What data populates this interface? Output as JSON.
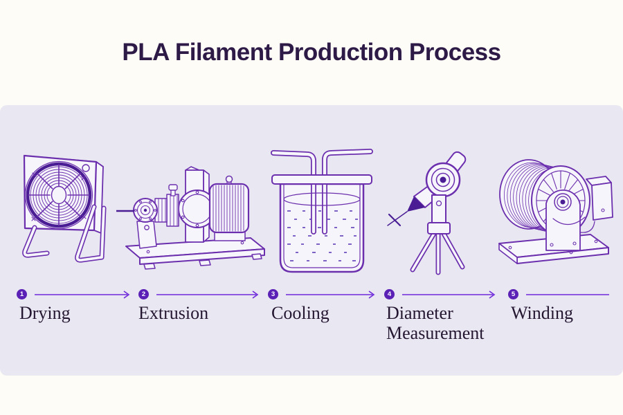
{
  "title": "PLA Filament Production Process",
  "colors": {
    "bg": "#fdfcf6",
    "panel": "#e9e8f2",
    "line": "#6b2fae",
    "ldark": "#4a1d95",
    "mfill": "#f6f5fb",
    "water": "#7e63c6",
    "accent": "#5b21b6",
    "arrow": "#6d28d9",
    "label": "#241531",
    "title": "#2e1a47"
  },
  "steps": [
    {
      "number": "1",
      "label": "Drying",
      "illustration": "box-fan"
    },
    {
      "number": "2",
      "label": "Extrusion",
      "illustration": "extruder-machine"
    },
    {
      "number": "3",
      "label": "Cooling",
      "illustration": "water-bath"
    },
    {
      "number": "4",
      "label": "Diameter Measurement",
      "illustration": "laser-micrometer"
    },
    {
      "number": "5",
      "label": "Winding",
      "illustration": "spool-winder"
    }
  ]
}
